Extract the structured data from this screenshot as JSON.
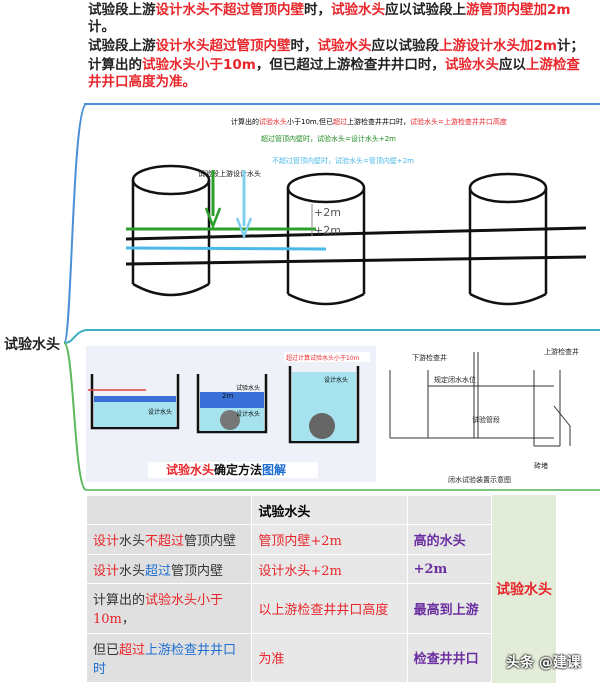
{
  "top_text": {
    "p1": [
      {
        "t": "试验段上游",
        "red": false
      },
      {
        "t": "设计水头不超过管顶内壁",
        "red": true
      },
      {
        "t": "时，",
        "red": false
      },
      {
        "t": "试验水头",
        "red": true
      },
      {
        "t": "应以试验段上",
        "red": false
      },
      {
        "t": "游管顶内壁加2m",
        "red": true
      },
      {
        "t": "计。",
        "red": false
      }
    ],
    "p2": [
      {
        "t": "试验段上游",
        "red": false
      },
      {
        "t": "设计水头超过管顶内壁",
        "red": true
      },
      {
        "t": "时，",
        "red": false
      },
      {
        "t": "试验水头",
        "red": true
      },
      {
        "t": "应以试验段",
        "red": false
      },
      {
        "t": "上游设计水头加2m",
        "red": true
      },
      {
        "t": "计；",
        "red": false
      }
    ],
    "p3": [
      {
        "t": "计算出的",
        "red": false
      },
      {
        "t": "试验水头小于10m",
        "red": true
      },
      {
        "t": "，但已超过上游检查井井口时，",
        "red": false
      },
      {
        "t": "试验水头",
        "red": true
      },
      {
        "t": "应以",
        "red": false
      },
      {
        "t": "上游检查井井口高度为准。",
        "red": true
      }
    ]
  },
  "root_label": "试验水头",
  "diagram1": {
    "line1": [
      {
        "t": "计算出的",
        "c": "#000"
      },
      {
        "t": "试验水头",
        "c": "#e8262b"
      },
      {
        "t": "小于10m,但已",
        "c": "#000"
      },
      {
        "t": "超过",
        "c": "#e8262b"
      },
      {
        "t": "上游检查井井口时，",
        "c": "#000"
      },
      {
        "t": "试验水头",
        "c": "#e8262b"
      },
      {
        "t": "=上游检查井井口高度",
        "c": "#e8262b"
      }
    ],
    "line2": [
      {
        "t": "超过管顶内壁时，",
        "c": "#1c8a1c"
      },
      {
        "t": "试验水头",
        "c": "#1c8a1c"
      },
      {
        "t": "=设计水头+2m",
        "c": "#1c8a1c"
      }
    ],
    "line3": "不超过管顶内壁时，试验水头=管顶内壁+2m",
    "arrow_label": "试验段上游设计水头",
    "mark1": "+2m",
    "mark2": "+2m"
  },
  "diagram2": {
    "label_top": "超过计算试验水头小于10m",
    "label_b": "设计水头",
    "label_c": "试验水头",
    "label_d": "设计水头",
    "label_e": "设计水头",
    "mark": "2m",
    "caption_red": "试验水头",
    "caption_mid": "确定方法",
    "caption_blue": "图解"
  },
  "diagram3": {
    "lbl1": "下游检查井",
    "lbl2": "上游检查井",
    "lbl3": "规定闭水水位",
    "lbl4": "试验管段",
    "lbl5": "砖堵",
    "caption": "闭水试验装置示意图"
  },
  "table": {
    "header": "试验水头",
    "rows": [
      {
        "c1": [
          {
            "t": "设计",
            "c": "#e8262b"
          },
          {
            "t": "水头",
            "c": "#333"
          },
          {
            "t": "不超过",
            "c": "#e8262b"
          },
          {
            "t": "管顶内壁",
            "c": "#333"
          }
        ],
        "c2": "管顶内壁+2m",
        "c3": "高的水头"
      },
      {
        "c1": [
          {
            "t": "设计",
            "c": "#e8262b"
          },
          {
            "t": "水头",
            "c": "#333"
          },
          {
            "t": "超过",
            "c": "#1f6fd1"
          },
          {
            "t": "管顶内壁",
            "c": "#333"
          }
        ],
        "c2": "设计水头+2m",
        "c3": "+2m"
      },
      {
        "c1": [
          {
            "t": "计算出的",
            "c": "#333"
          },
          {
            "t": "试验水头小于10m",
            "c": "#e8262b"
          },
          {
            "t": "，",
            "c": "#333"
          }
        ],
        "c2": "以上游检查井井口高度",
        "c3": "最高到上游"
      },
      {
        "c1": [
          {
            "t": "但已",
            "c": "#333"
          },
          {
            "t": "超过",
            "c": "#e8262b"
          },
          {
            "t": "上游检查井井口时",
            "c": "#1f6fd1"
          }
        ],
        "c2": "为准",
        "c3": "检查井井口"
      }
    ],
    "side_label": "试验水头"
  },
  "watermark": "头条 @建课"
}
